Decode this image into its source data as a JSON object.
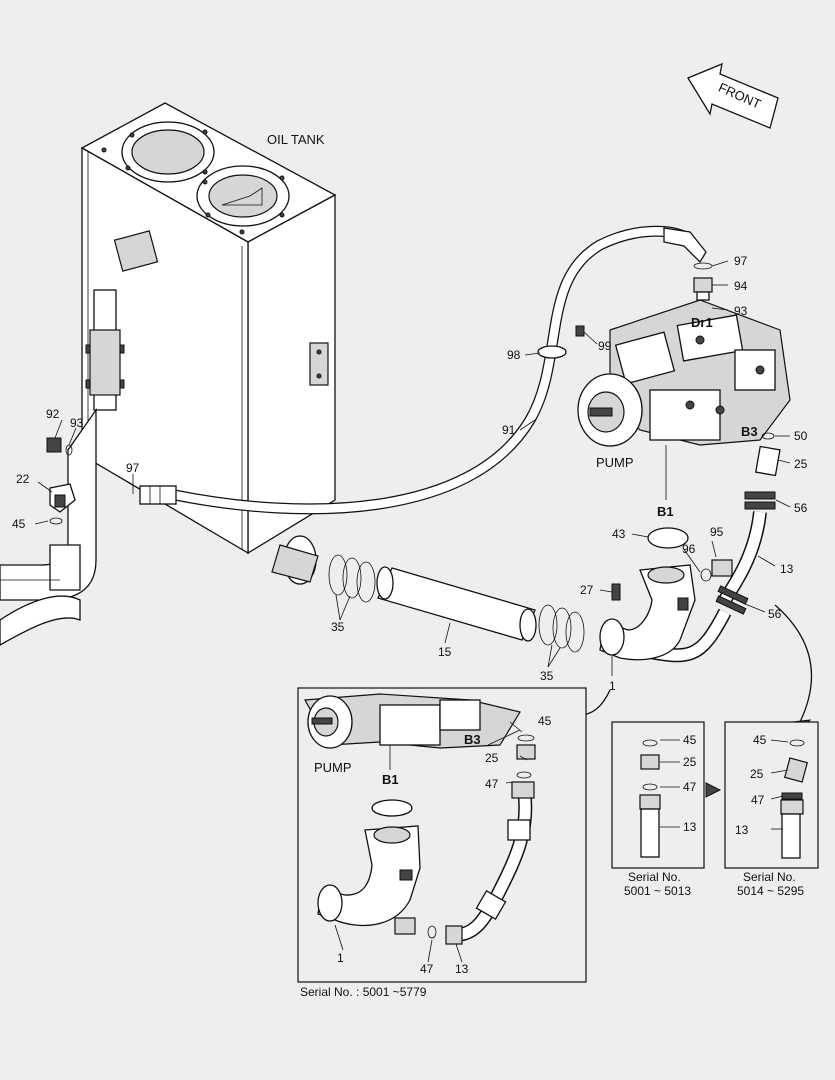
{
  "labels": {
    "oil_tank": "OIL TANK",
    "front": "FRONT",
    "pump": "PUMP",
    "b1": "B1",
    "b3": "B3",
    "dr1": "Dr1"
  },
  "callouts": {
    "n92": "92",
    "n93": "93",
    "n22": "22",
    "n45": "45",
    "n97a": "97",
    "n97b": "97",
    "n94": "94",
    "n93b": "93",
    "n99": "99",
    "n98": "98",
    "n91": "91",
    "n50": "50",
    "n25": "25",
    "n56a": "56",
    "n56b": "56",
    "n13": "13",
    "n43": "43",
    "n95": "95",
    "n96": "96",
    "n27": "27",
    "n35a": "35",
    "n35b": "35",
    "n15": "15",
    "n1": "1"
  },
  "inset_main": {
    "pump": "PUMP",
    "b1": "B1",
    "b3": "B3",
    "n45": "45",
    "n25": "25",
    "n47": "47",
    "n1": "1",
    "n47b": "47",
    "n13": "13",
    "serial": "Serial No. : 5001 ~5779"
  },
  "inset_a": {
    "n45": "45",
    "n25": "25",
    "n47": "47",
    "n13": "13",
    "serial_line1": "Serial No.",
    "serial_line2": "5001 ~ 5013"
  },
  "inset_b": {
    "n45": "45",
    "n25": "25",
    "n47": "47",
    "n13": "13",
    "serial_line1": "Serial No.",
    "serial_line2": "5014 ~ 5295"
  }
}
